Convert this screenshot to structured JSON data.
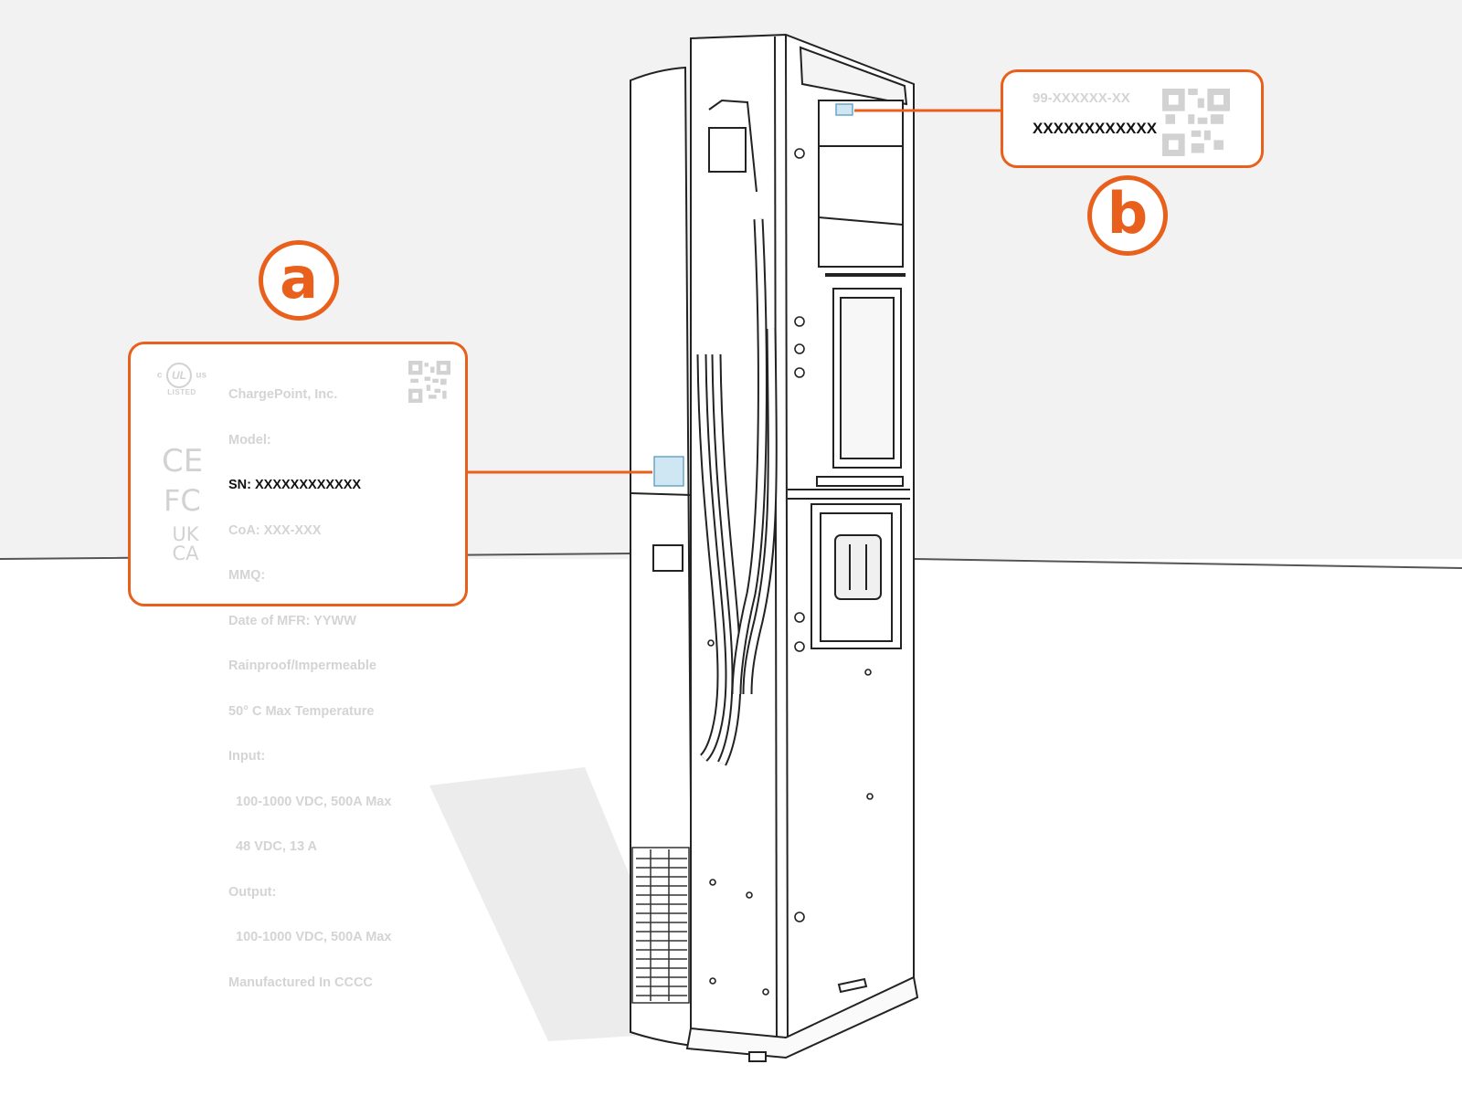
{
  "callout_a": {
    "badge": "a",
    "certifications": {
      "ul_mark": "UL",
      "ul_left": "c",
      "ul_right": "us",
      "ul_listed": "LISTED",
      "ce": "CE",
      "fcc": "FC",
      "ukca": "UK CA"
    },
    "lines": [
      "ChargePoint, Inc.",
      "Model:",
      "SN: XXXXXXXXXXXX",
      "CoA: XXX-XXX",
      "MMQ:",
      "Date of MFR: YYWW",
      "Rainproof/Impermeable",
      "50° C Max Temperature",
      "Input:",
      "  100-1000 VDC, 500A Max",
      "  48 VDC, 13 A",
      "Output:",
      "  100-1000 VDC, 500A Max",
      "Manufactured In CCCC"
    ]
  },
  "callout_b": {
    "badge": "b",
    "part_number": "99-XXXXXX-XX",
    "serial_number": "XXXXXXXXXXXX"
  },
  "colors": {
    "accent": "#e8601c",
    "label_highlight": "#cfe6f3"
  }
}
